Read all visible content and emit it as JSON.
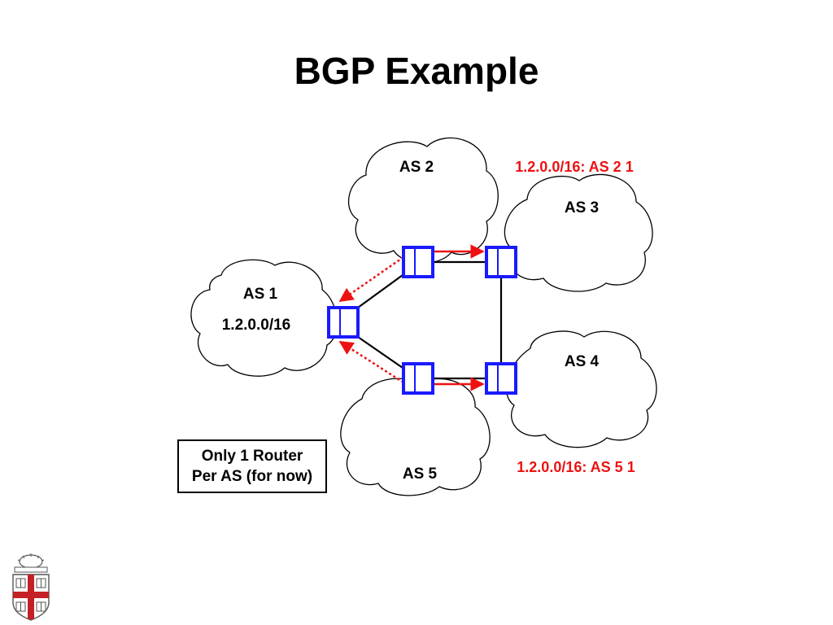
{
  "title": "BGP Example",
  "clouds": {
    "as1": {
      "label": "AS 1",
      "prefix": "1.2.0.0/16"
    },
    "as2": {
      "label": "AS 2"
    },
    "as3": {
      "label": "AS 3"
    },
    "as4": {
      "label": "AS 4"
    },
    "as5": {
      "label": "AS 5"
    }
  },
  "announcements": {
    "as2_route": "1.2.0.0/16: AS 2 1",
    "as5_route": "1.2.0.0/16: AS 5 1"
  },
  "note": {
    "line1": "Only 1 Router",
    "line2": "Per AS (for now)"
  },
  "colors": {
    "router": "#1a1aff",
    "announcement": "#ee1111",
    "link": "#000000"
  },
  "logo": {
    "icon": "university-shield-crest"
  }
}
